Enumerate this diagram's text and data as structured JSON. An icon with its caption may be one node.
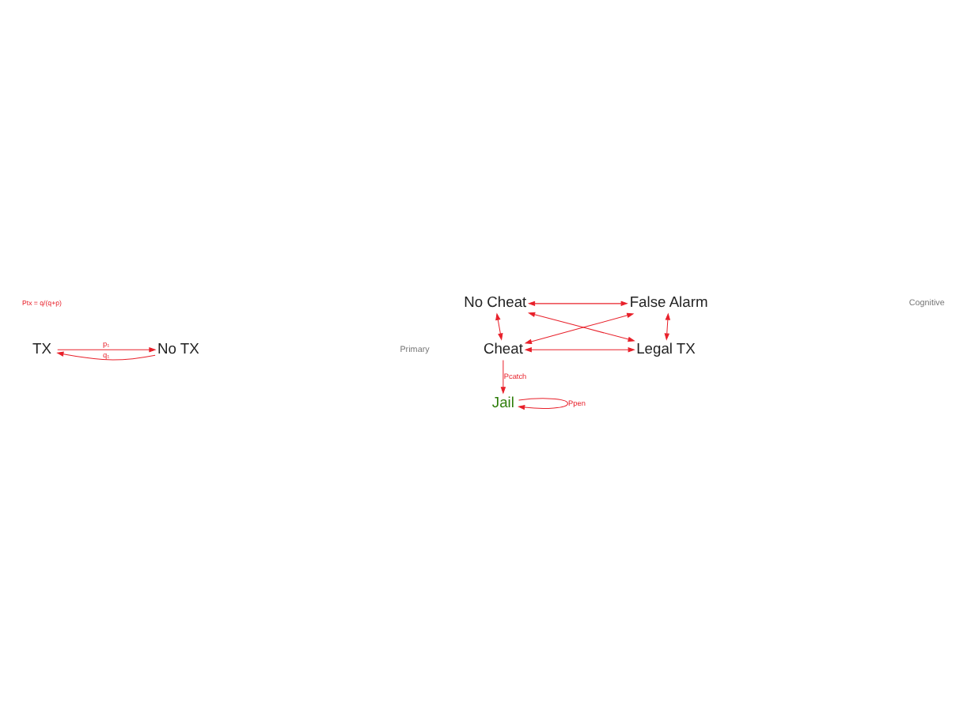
{
  "diagram": {
    "nodes": [
      {
        "text": [
          "TX"
        ]
      },
      {
        "text": [
          "No TX"
        ]
      },
      {
        "text": [
          "No Cheat"
        ]
      },
      {
        "text": [
          "False Alarm"
        ]
      },
      {
        "text": [
          "Cheat"
        ]
      },
      {
        "text": [
          "Legal TX"
        ]
      },
      {
        "text": [
          "Jail"
        ]
      }
    ],
    "edges": [
      {
        "from": 0,
        "to": 1,
        "arrow": "to",
        "label": "p₁"
      },
      {
        "from": 1,
        "to": 0,
        "arrow": "to",
        "label": "q₁"
      },
      {
        "from": 2,
        "to": 3,
        "arrow": "both"
      },
      {
        "from": 2,
        "to": 4,
        "arrow": "both"
      },
      {
        "from": 2,
        "to": 5,
        "arrow": "both"
      },
      {
        "from": 4,
        "to": 3,
        "arrow": "both"
      },
      {
        "from": 3,
        "to": 5,
        "arrow": "both"
      },
      {
        "from": 4,
        "to": 5,
        "arrow": "both"
      },
      {
        "from": 4,
        "to": 6,
        "arrow": "to",
        "label": "Pcatch"
      },
      {
        "from": 6,
        "to": 6,
        "arrow": "to",
        "label": "Ppen"
      }
    ],
    "labels": [
      "Ptx = q/(q+p)",
      "Primary",
      "Cognitive"
    ]
  }
}
